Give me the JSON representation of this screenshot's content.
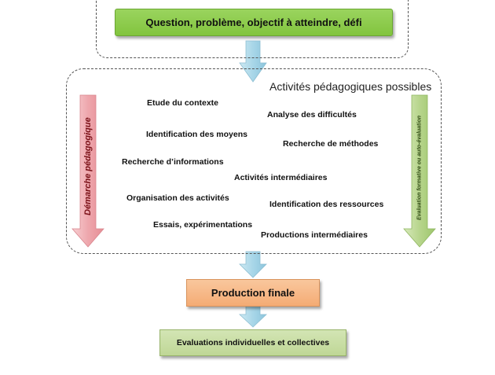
{
  "top_box": {
    "label": "Question, problème, objectif à atteindre, défi"
  },
  "middle_box": {
    "title": "Activités pédagogiques possibles",
    "left_arrow_label": "Démarche pédagogique",
    "right_arrow_label": "Evaluation formative ou auto-évaluation",
    "activities": [
      "Etude du contexte",
      "Analyse des difficultés",
      "Identification des moyens",
      "Recherche de méthodes",
      "Recherche d’informations",
      "Activités intermédiaires",
      "Organisation des activités",
      "Identification des ressources",
      "Essais, expérimentations",
      "Productions intermédiaires"
    ]
  },
  "final_box": {
    "label": "Production finale"
  },
  "evaluation_box": {
    "label": "Evaluations individuelles et collectives"
  },
  "colors": {
    "green": "#8ccc4a",
    "orange": "#f6b98a",
    "light_green": "#c9de9f",
    "pink_arrow": "#eeaab0",
    "green_arrow": "#b5d48a",
    "blue_arrow": "#a9d7e8"
  }
}
